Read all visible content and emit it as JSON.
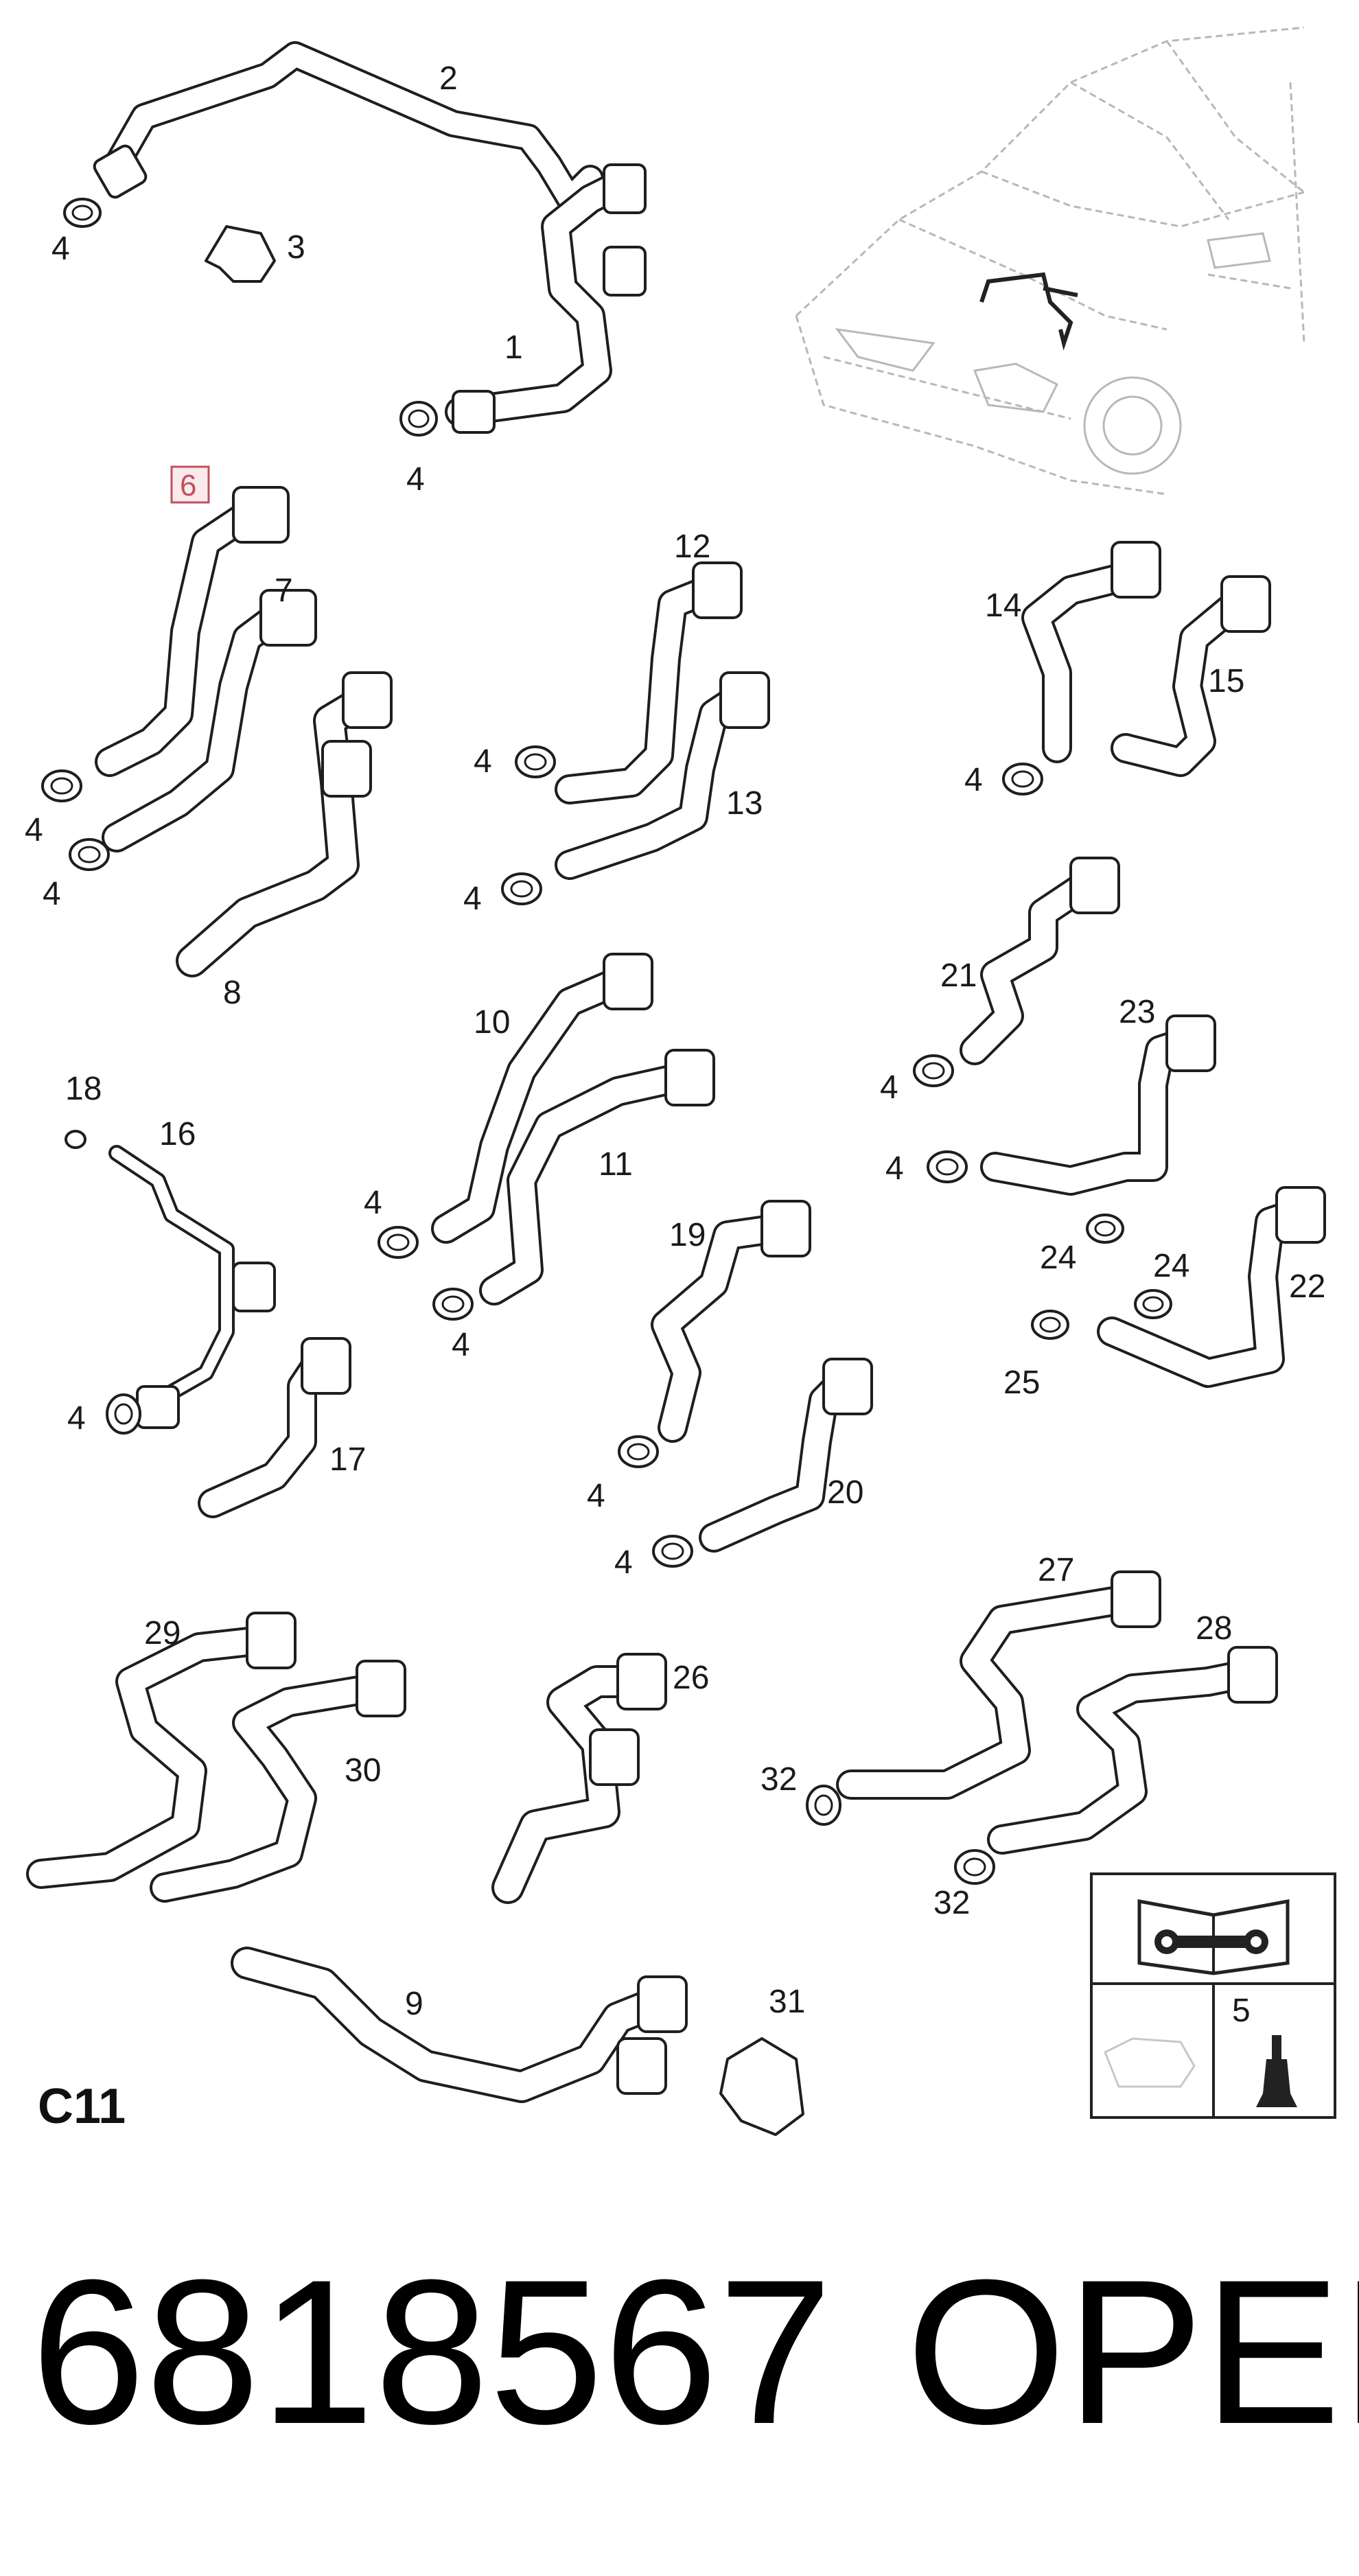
{
  "section": "C11",
  "callout_part": "6",
  "footer": {
    "part_number": "6818567",
    "brand": "OPEL"
  },
  "parts": [
    {
      "id": "p1",
      "label": "1"
    },
    {
      "id": "p2",
      "label": "2"
    },
    {
      "id": "p3",
      "label": "3"
    },
    {
      "id": "p4a",
      "label": "4"
    },
    {
      "id": "p4b",
      "label": "4"
    },
    {
      "id": "p7",
      "label": "7"
    },
    {
      "id": "p4c",
      "label": "4"
    },
    {
      "id": "p4d",
      "label": "4"
    },
    {
      "id": "p8",
      "label": "8"
    },
    {
      "id": "p12",
      "label": "12"
    },
    {
      "id": "p4e",
      "label": "4"
    },
    {
      "id": "p13",
      "label": "13"
    },
    {
      "id": "p4f",
      "label": "4"
    },
    {
      "id": "p14",
      "label": "14"
    },
    {
      "id": "p15",
      "label": "15"
    },
    {
      "id": "p4g",
      "label": "4"
    },
    {
      "id": "p21",
      "label": "21"
    },
    {
      "id": "p23",
      "label": "23"
    },
    {
      "id": "p4h",
      "label": "4"
    },
    {
      "id": "p4i",
      "label": "4"
    },
    {
      "id": "p24a",
      "label": "24"
    },
    {
      "id": "p24b",
      "label": "24"
    },
    {
      "id": "p22",
      "label": "22"
    },
    {
      "id": "p25",
      "label": "25"
    },
    {
      "id": "p10",
      "label": "10"
    },
    {
      "id": "p11",
      "label": "11"
    },
    {
      "id": "p4j",
      "label": "4"
    },
    {
      "id": "p4k",
      "label": "4"
    },
    {
      "id": "p18",
      "label": "18"
    },
    {
      "id": "p16",
      "label": "16"
    },
    {
      "id": "p4l",
      "label": "4"
    },
    {
      "id": "p17",
      "label": "17"
    },
    {
      "id": "p19",
      "label": "19"
    },
    {
      "id": "p4m",
      "label": "4"
    },
    {
      "id": "p20",
      "label": "20"
    },
    {
      "id": "p4n",
      "label": "4"
    },
    {
      "id": "p29",
      "label": "29"
    },
    {
      "id": "p30",
      "label": "30"
    },
    {
      "id": "p26",
      "label": "26"
    },
    {
      "id": "p27",
      "label": "27"
    },
    {
      "id": "p28",
      "label": "28"
    },
    {
      "id": "p32a",
      "label": "32"
    },
    {
      "id": "p32b",
      "label": "32"
    },
    {
      "id": "p9",
      "label": "9"
    },
    {
      "id": "p31",
      "label": "31"
    },
    {
      "id": "p5",
      "label": "5"
    }
  ]
}
